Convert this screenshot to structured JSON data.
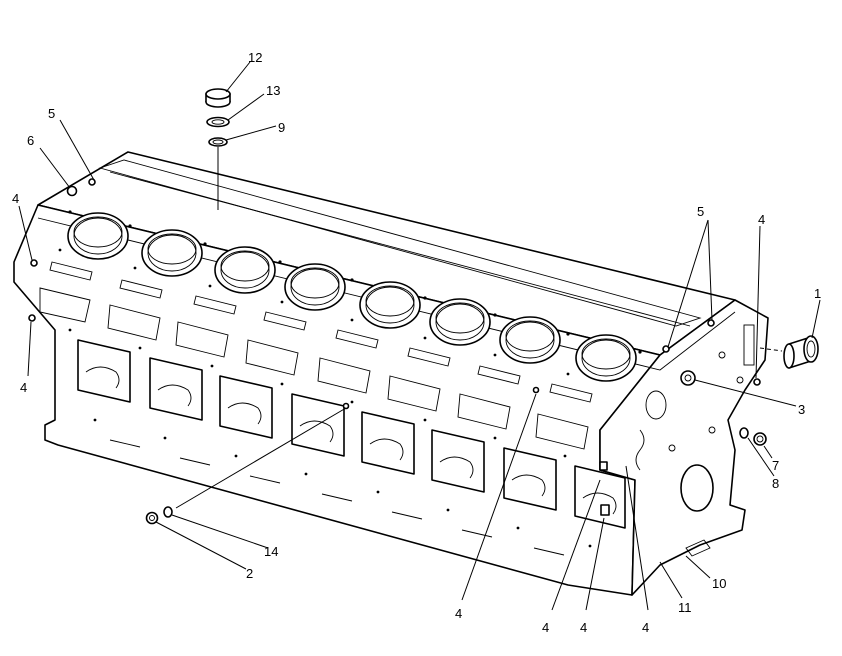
{
  "callouts": [
    {
      "id": "c12",
      "text": "12"
    },
    {
      "id": "c13",
      "text": "13"
    },
    {
      "id": "c9",
      "text": "9"
    },
    {
      "id": "c5a",
      "text": "5"
    },
    {
      "id": "c6",
      "text": "6"
    },
    {
      "id": "c4a",
      "text": "4"
    },
    {
      "id": "c4b",
      "text": "4"
    },
    {
      "id": "c5b",
      "text": "5"
    },
    {
      "id": "c4c",
      "text": "4"
    },
    {
      "id": "c1",
      "text": "1"
    },
    {
      "id": "c3",
      "text": "3"
    },
    {
      "id": "c7",
      "text": "7"
    },
    {
      "id": "c8",
      "text": "8"
    },
    {
      "id": "c10",
      "text": "10"
    },
    {
      "id": "c11",
      "text": "11"
    },
    {
      "id": "c4d",
      "text": "4"
    },
    {
      "id": "c4e",
      "text": "4"
    },
    {
      "id": "c4f",
      "text": "4"
    },
    {
      "id": "c4g",
      "text": "4"
    },
    {
      "id": "c14",
      "text": "14"
    },
    {
      "id": "c2",
      "text": "2"
    }
  ]
}
